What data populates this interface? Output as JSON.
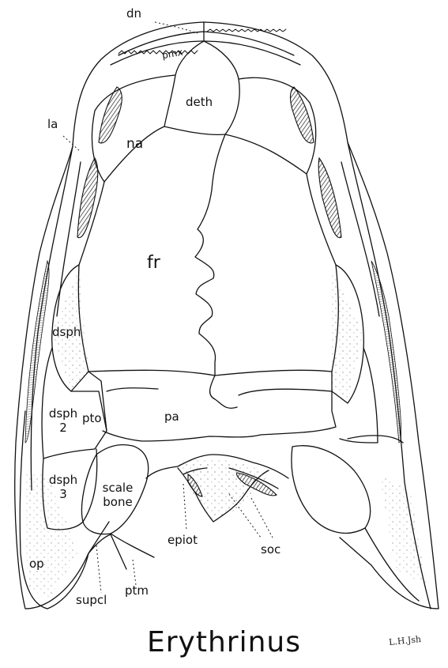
{
  "figure": {
    "title": "Erythrinus",
    "signature": "L.H.Jsh",
    "labels": {
      "dn": "dn",
      "pmx": "pmx",
      "la": "la",
      "deth": "deth",
      "na": "na",
      "fr": "fr",
      "dsph": "dsph",
      "dsph2_a": "dsph",
      "dsph2_b": "2",
      "pto": "pto",
      "pa": "pa",
      "dsph3_a": "dsph",
      "dsph3_b": "3",
      "scale_a": "scale",
      "scale_b": "bone",
      "epiot": "epiot",
      "soc": "soc",
      "op": "op",
      "ptm": "ptm",
      "supcl": "supcl"
    }
  }
}
